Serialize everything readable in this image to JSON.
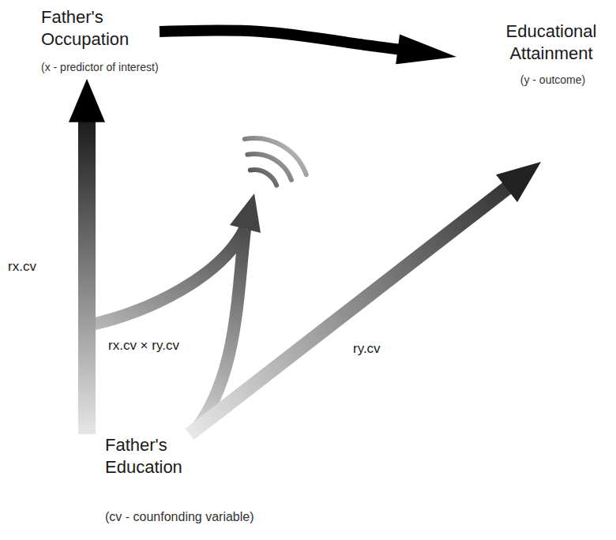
{
  "diagram": {
    "nodes": [
      {
        "text": [
          "Father's Occupation",
          "(x - predictor of interest)"
        ]
      },
      {
        "text": [
          "Educational Attainment",
          "(y - outcome)"
        ]
      },
      {
        "text": [
          "Father's Education",
          "(cv - counfonding variable)"
        ]
      }
    ],
    "edges": [
      {
        "from": 0,
        "to": 1,
        "arrow": "to"
      },
      {
        "from": 2,
        "to": 0,
        "label": "rx.cv",
        "arrow": "to"
      },
      {
        "from": 2,
        "to": 1,
        "label": "ry.cv",
        "arrow": "to"
      }
    ],
    "labels": [
      "rx.cv × ry.cv"
    ]
  }
}
